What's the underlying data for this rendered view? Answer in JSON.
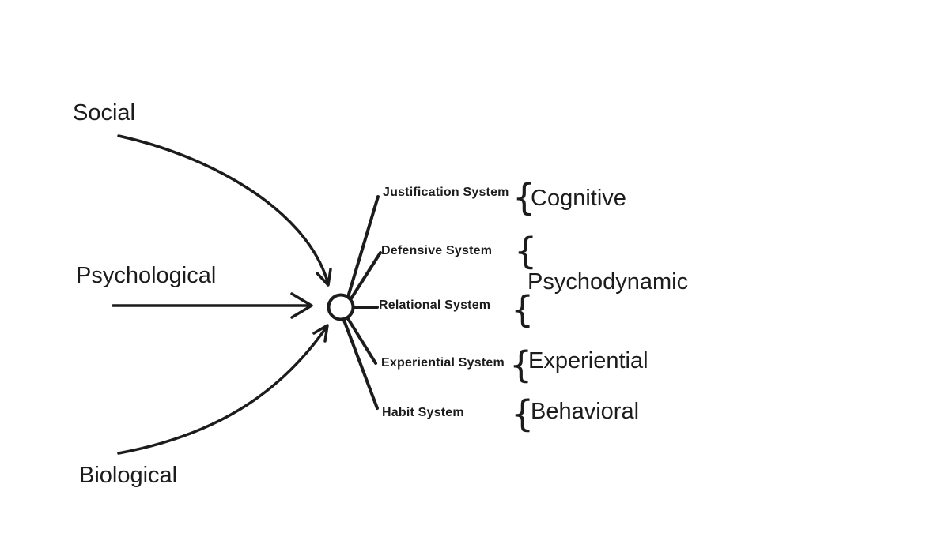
{
  "figure": {
    "background": "#ffffff",
    "ink_color": "#1c1c1c",
    "brace_glyph": "{",
    "influences": [
      {
        "label": "Social"
      },
      {
        "label": "Psychological"
      },
      {
        "label": "Biological"
      }
    ],
    "systems": [
      {
        "label": "Justification System"
      },
      {
        "label": "Defensive System"
      },
      {
        "label": "Relational System"
      },
      {
        "label": "Experiential System"
      },
      {
        "label": "Habit System"
      }
    ],
    "domains": [
      {
        "label": "Cognitive",
        "systems": [
          "Justification System"
        ]
      },
      {
        "label": "Psychodynamic",
        "systems": [
          "Defensive System",
          "Relational System"
        ]
      },
      {
        "label": "Experiential",
        "systems": [
          "Experiential System"
        ]
      },
      {
        "label": "Behavioral",
        "systems": [
          "Habit System"
        ]
      }
    ]
  }
}
